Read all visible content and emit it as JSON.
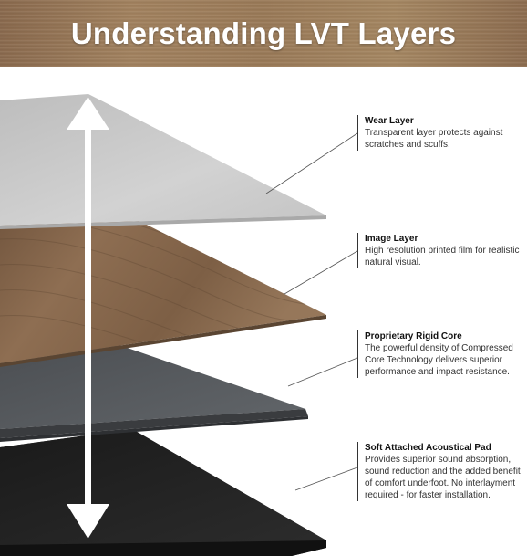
{
  "title": "Understanding LVT Layers",
  "layers": [
    {
      "title": "Wear Layer",
      "description": "Transparent layer protects against\nscratches and scuffs."
    },
    {
      "title": "Image Layer",
      "description": "High resolution printed film for realistic\nnatural visual."
    },
    {
      "title": "Proprietary Rigid Core",
      "description": "The powerful density of Compressed\nCore Technology delivers superior\nperformance and impact resistance."
    },
    {
      "title": "Soft Attached Acoustical Pad",
      "description": "Provides superior sound absorption,\nsound reduction and the added benefit\nof comfort underfoot. No interlayment\nrequired - for faster installation."
    }
  ],
  "colors": {
    "wear_layer": "#cfcfcf",
    "image_layer": "#8b6b50",
    "rigid_core": "#56595d",
    "acoustical_pad": "#222222",
    "arrow": "#ffffff"
  },
  "icons": {
    "arrow": "double-headed-vertical-arrow"
  }
}
